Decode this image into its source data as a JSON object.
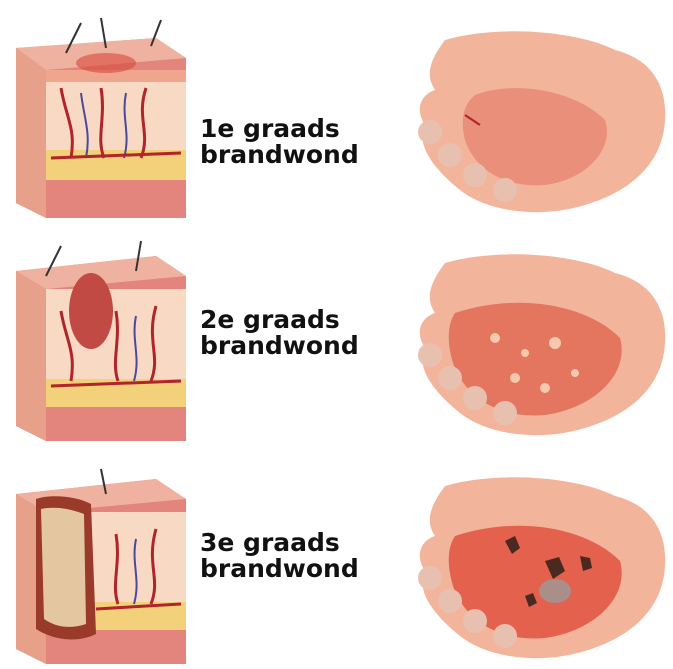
{
  "rows": [
    {
      "line1": "1e graads",
      "line2": "brandwond",
      "degree": 1
    },
    {
      "line1": "2e graads",
      "line2": "brandwond",
      "degree": 2
    },
    {
      "line1": "3e graads",
      "line2": "brandwond",
      "degree": 3
    }
  ],
  "colors": {
    "epidermis": "#f0b2a0",
    "dermis": "#f7d9c4",
    "fat": "#f3d07a",
    "muscle": "#e3857c",
    "vessel_red": "#b0242a",
    "vessel_blue": "#4a4a9a",
    "hand_skin": "#f2b59c",
    "burn_red": "#d9473b",
    "char": "#4a2a20"
  },
  "icons": [
    "skin-cross-section-illustration",
    "burned-hand-illustration"
  ]
}
